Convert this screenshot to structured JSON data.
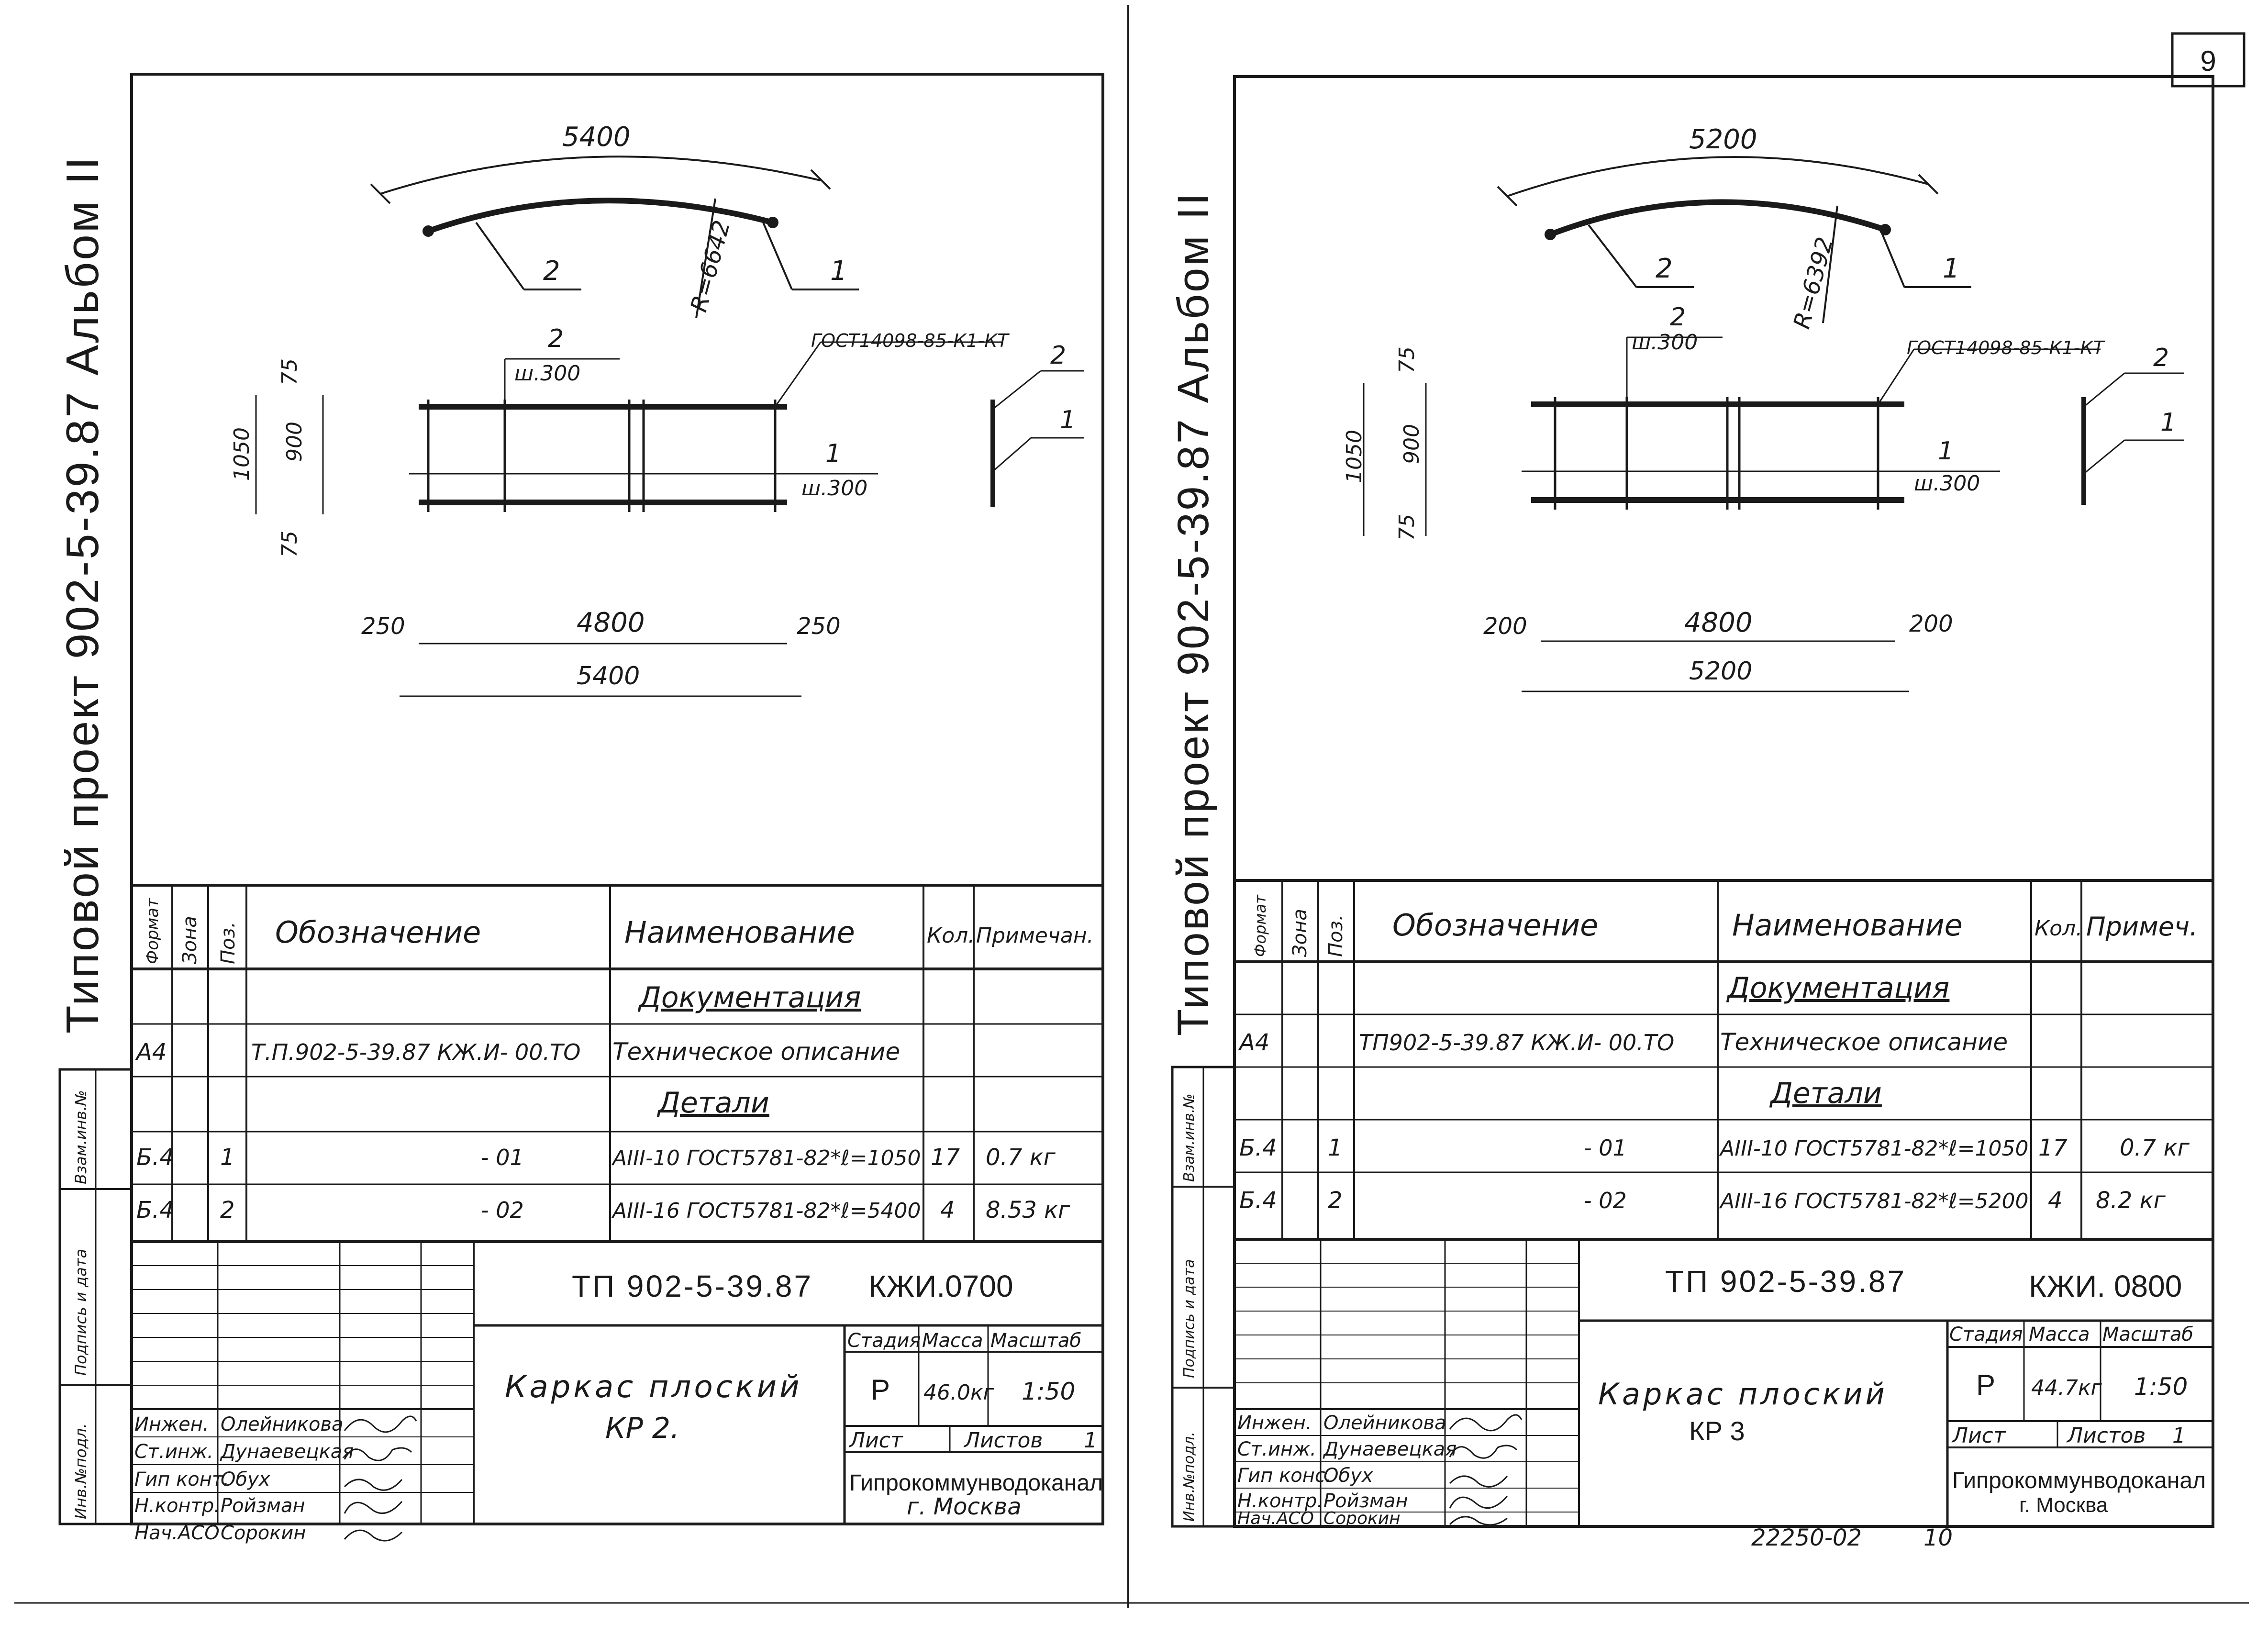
{
  "page_number": "9",
  "footer": {
    "archive_no": "22250-02",
    "page_ref": "10"
  },
  "sheets": [
    {
      "margin_text": "Типовой  проект 902-5-39.87    Альбом II",
      "stamp_cols": [
        "Взам.инв.№",
        "Подпись и дата",
        "Инв.№подл."
      ],
      "drawing": {
        "arc_length": "5400",
        "radius": "R=6642",
        "pos_1": "1",
        "pos_2": "2",
        "top_bar_label": "2",
        "top_bar_pitch": "ш.300",
        "mid_bar_label": "1",
        "mid_bar_pitch": "ш.300",
        "gost": "ГОСТ14098-85-К1-КТ",
        "dim_75a": "75",
        "dim_900": "900",
        "dim_1050": "1050",
        "dim_75b": "75",
        "dim_left": "250",
        "dim_mid": "4800",
        "dim_right": "250",
        "dim_total": "5400",
        "side_2": "2",
        "side_1": "1"
      },
      "spec": {
        "headers": [
          "Формат",
          "Зона",
          "Поз.",
          "Обозначение",
          "Наименование",
          "Кол.",
          "Примечан."
        ],
        "rows": [
          {
            "fmt": "",
            "zone": "",
            "pos": "",
            "designation": "",
            "name": "Документация",
            "qty": "",
            "note": "",
            "heading": true
          },
          {
            "fmt": "А4",
            "zone": "",
            "pos": "",
            "designation": "Т.П.902-5-39.87 КЖ.И- 00.ТО",
            "name": "Техническое описание",
            "qty": "",
            "note": "",
            "heading": false
          },
          {
            "fmt": "",
            "zone": "",
            "pos": "",
            "designation": "",
            "name": "Детали",
            "qty": "",
            "note": "",
            "heading": true
          },
          {
            "fmt": "Б.4",
            "zone": "",
            "pos": "1",
            "designation": "- 01",
            "name": "АIII-10 ГОСТ5781-82*ℓ=1050",
            "qty": "17",
            "note": "0.7 кг",
            "heading": false
          },
          {
            "fmt": "Б.4",
            "zone": "",
            "pos": "2",
            "designation": "- 02",
            "name": "АIII-16 ГОСТ5781-82*ℓ=5400",
            "qty": "4",
            "note": "8.53 кг",
            "heading": false
          }
        ]
      },
      "title_block": {
        "code": "ТП 902-5-39.87",
        "mark": "КЖИ.0700",
        "name_line1": "Каркас  плоский",
        "name_line2": "КР 2.",
        "stage_label": "Стадия",
        "mass_label": "Масса",
        "scale_label": "Масштаб",
        "stage": "Р",
        "mass": "46.0кг",
        "scale": "1:50",
        "sheet_label": "Лист",
        "sheets_label": "Листов",
        "sheets_count": "1",
        "org": "Гипрокоммунводоканал",
        "city": "г. Москва",
        "people": [
          {
            "role": "Инжен.",
            "name": "Олейникова"
          },
          {
            "role": "Ст.инж.",
            "name": "Дунаевецкая"
          },
          {
            "role": "Гип конт.",
            "name": "Обух"
          },
          {
            "role": "Н.контр.",
            "name": "Ройзман"
          },
          {
            "role": "Нач.АСО",
            "name": "Сорокин"
          }
        ]
      }
    },
    {
      "margin_text": "Типовой  проект 902-5-39.87    Альбом II",
      "stamp_cols": [
        "Взам.инв.№",
        "Подпись и дата",
        "Инв.№подл."
      ],
      "drawing": {
        "arc_length": "5200",
        "radius": "R=6392",
        "pos_1": "1",
        "pos_2": "2",
        "top_bar_label": "2",
        "top_bar_pitch": "ш.300",
        "mid_bar_label": "1",
        "mid_bar_pitch": "ш.300",
        "gost": "ГОСТ14098-85-К1-КТ",
        "dim_75a": "75",
        "dim_900": "900",
        "dim_1050": "1050",
        "dim_75b": "75",
        "dim_left": "200",
        "dim_mid": "4800",
        "dim_right": "200",
        "dim_total": "5200",
        "side_2": "2",
        "side_1": "1"
      },
      "spec": {
        "headers": [
          "Формат",
          "Зона",
          "Поз.",
          "Обозначение",
          "Наименование",
          "Кол.",
          "Примеч."
        ],
        "rows": [
          {
            "fmt": "",
            "zone": "",
            "pos": "",
            "designation": "",
            "name": "Документация",
            "qty": "",
            "note": "",
            "heading": true
          },
          {
            "fmt": "А4",
            "zone": "",
            "pos": "",
            "designation": "ТП902-5-39.87 КЖ.И- 00.ТО",
            "name": "Техническое описание",
            "qty": "",
            "note": "",
            "heading": false
          },
          {
            "fmt": "",
            "zone": "",
            "pos": "",
            "designation": "",
            "name": "Детали",
            "qty": "",
            "note": "",
            "heading": true
          },
          {
            "fmt": "Б.4",
            "zone": "",
            "pos": "1",
            "designation": "- 01",
            "name": "АIII-10 ГОСТ5781-82*ℓ=1050",
            "qty": "17",
            "note": "0.7 кг",
            "heading": false
          },
          {
            "fmt": "Б.4",
            "zone": "",
            "pos": "2",
            "designation": "- 02",
            "name": "АIII-16 ГОСТ5781-82*ℓ=5200",
            "qty": "4",
            "note": "8.2  кг",
            "heading": false
          }
        ]
      },
      "title_block": {
        "code": "ТП 902-5-39.87",
        "mark": "КЖИ. 0800",
        "name_line1": "Каркас  плоский",
        "name_line2": "КР 3",
        "stage_label": "Стадия",
        "mass_label": "Масса",
        "scale_label": "Масштаб",
        "stage": "Р",
        "mass": "44.7кг",
        "scale": "1:50",
        "sheet_label": "Лист",
        "sheets_label": "Листов",
        "sheets_count": "1",
        "org": "Гипрокоммунводоканал",
        "city": "г. Москва",
        "people": [
          {
            "role": "Инжен.",
            "name": "Олейникова"
          },
          {
            "role": "Ст.инж.",
            "name": "Дунаевецкая"
          },
          {
            "role": "Гип конс.",
            "name": "Обух"
          },
          {
            "role": "Н.контр.",
            "name": "Ройзман"
          },
          {
            "role": "Нач.АСО",
            "name": "Сорокин"
          }
        ]
      }
    }
  ]
}
